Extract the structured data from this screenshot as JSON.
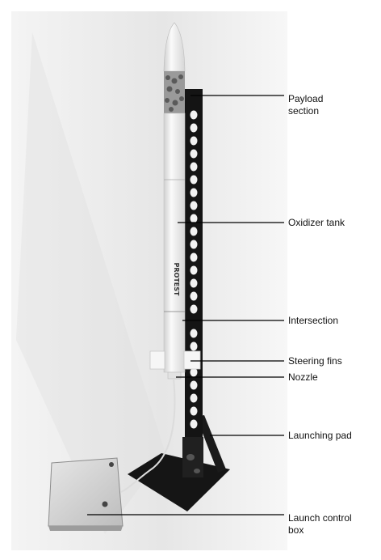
{
  "labels": {
    "payload": "Payload\nsection",
    "oxidizer": "Oxidizer tank",
    "intersection": "Intersection",
    "steering": "Steering fins",
    "nozzle": "Nozzle",
    "launchpad": "Launching pad",
    "control": "Launch control\nbox"
  },
  "rocket_print": "PROTEST",
  "colors": {
    "background": "#ffffff",
    "photo_backdrop": "#ebebeb",
    "pad": "#151515",
    "rocket_body": "#f3f3f3",
    "control_box": "#dcdcdc",
    "leader_line": "#000000"
  }
}
